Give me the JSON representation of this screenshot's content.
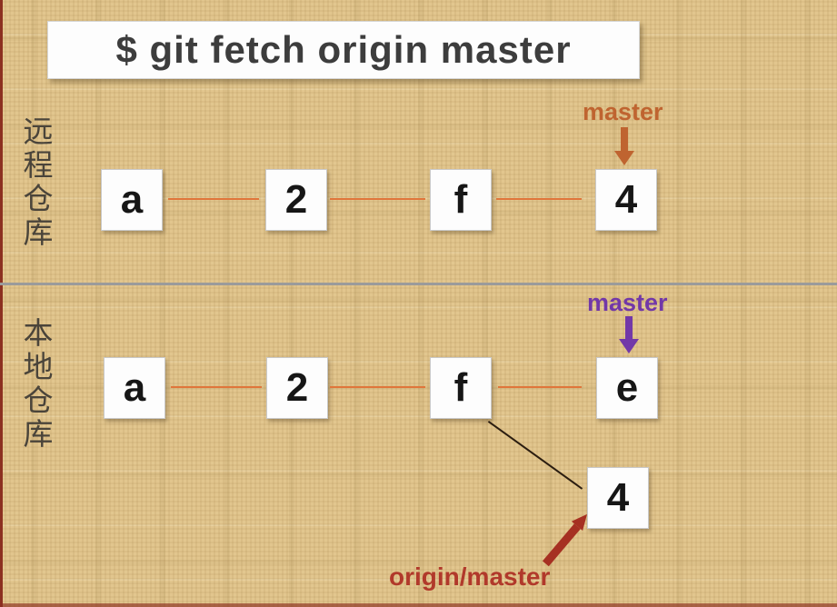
{
  "title": {
    "command": "$ git fetch origin master"
  },
  "remote_section": {
    "label": "远程仓库",
    "branch_pointer": "master",
    "nodes": [
      "a",
      "2",
      "f",
      "4"
    ]
  },
  "local_section": {
    "label": "本地仓库",
    "branch_pointer": "master",
    "remote_tracking_pointer": "origin/master",
    "nodes": [
      "a",
      "2",
      "f",
      "e"
    ],
    "fetched_node": "4"
  },
  "colors": {
    "background": "#e2c68e",
    "edge_stripe": "#8c3020",
    "title_text": "#3d3d3d",
    "box_bg": "#fdfdfd",
    "box_border": "#c9c9c9",
    "box_text": "#161616",
    "label_text": "#4a443a",
    "connector_orange": "#e0763b",
    "master_orange": "#bf6430",
    "master_purple": "#7238a8",
    "origin_master_red": "#b1392b",
    "fetch_arrow_red": "#a63022",
    "merge_line_black": "#2b1d10",
    "divider_gray": "#9b9b9b"
  }
}
